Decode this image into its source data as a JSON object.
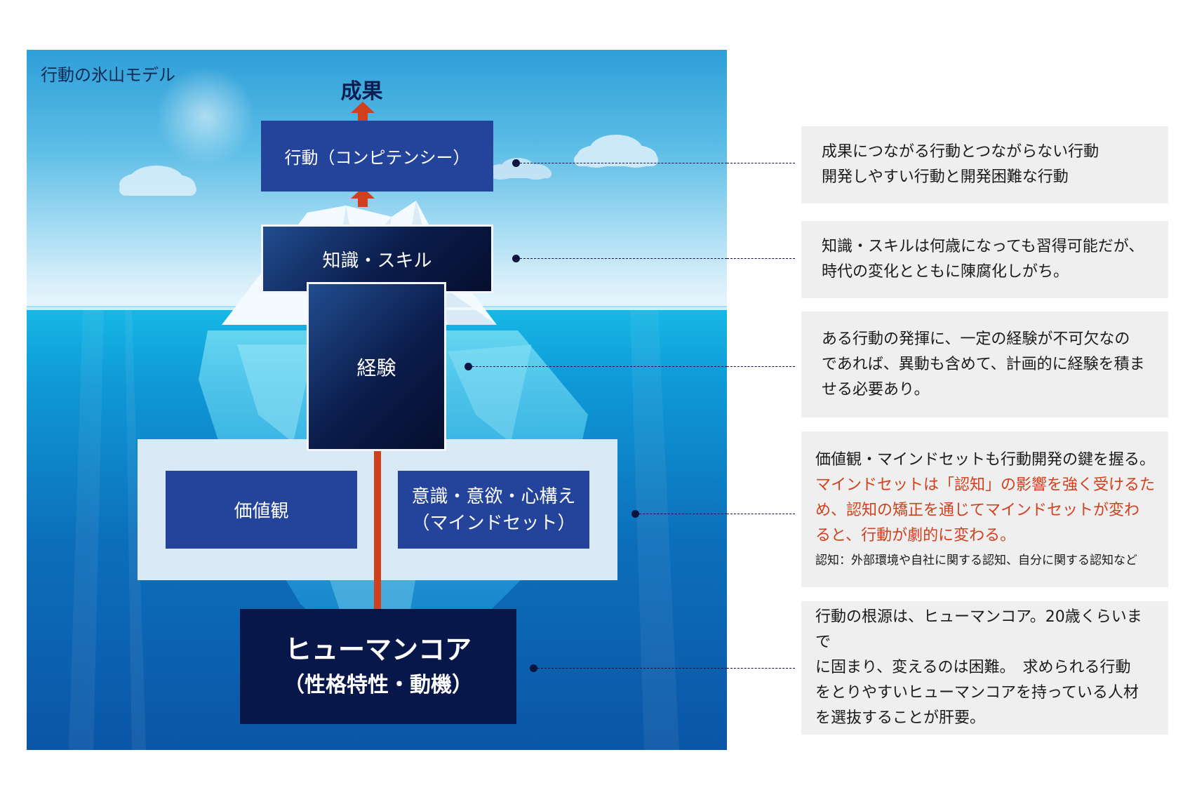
{
  "diagram": {
    "title": "行動の氷山モデル",
    "result_label": "成果",
    "boxes": {
      "behavior": "行動（コンピテンシー）",
      "knowledge": "知識・スキル",
      "experience": "経験",
      "values": "価値観",
      "mindset_line1": "意識・意欲・心構え",
      "mindset_line2": "（マインドセット）",
      "core_line1": "ヒューマンコア",
      "core_line2": "（性格特性・動機）"
    },
    "colors": {
      "box_blue": "#23449a",
      "box_navy": "#08174a",
      "arrow_red": "#d13f1c",
      "accent_text": "#d2401e"
    }
  },
  "notes": {
    "behavior": {
      "line1": "成果につながる行動とつながらない行動",
      "line2": "開発しやすい行動と開発困難な行動"
    },
    "knowledge": {
      "line1": "知識・スキルは何歳になっても習得可能だが、",
      "line2": "時代の変化とともに陳腐化しがち。"
    },
    "experience": {
      "line1": "ある行動の発揮に、一定の経験が不可欠なの",
      "line2": "であれば、異動も含めて、計画的に経験を積ま",
      "line3": "せる必要あり。"
    },
    "mindset": {
      "line1": "価値観・マインドセットも行動開発の鍵を握る。",
      "line2": "マインドセットは「認知」の影響を強く受けるた",
      "line3": "め、認知の矯正を通じてマインドセットが変わ",
      "line4": "ると、行動が劇的に変わる。",
      "footnote": "認知：外部環境や自社に関する認知、自分に関する認知など"
    },
    "core": {
      "line1": "行動の根源は、ヒューマンコア。20歳くらいまで",
      "line2": "に固まり、変えるのは困難。　求められる行動",
      "line3": "をとりやすいヒューマンコアを持っている人材",
      "line4": "を選抜することが肝要。"
    }
  }
}
